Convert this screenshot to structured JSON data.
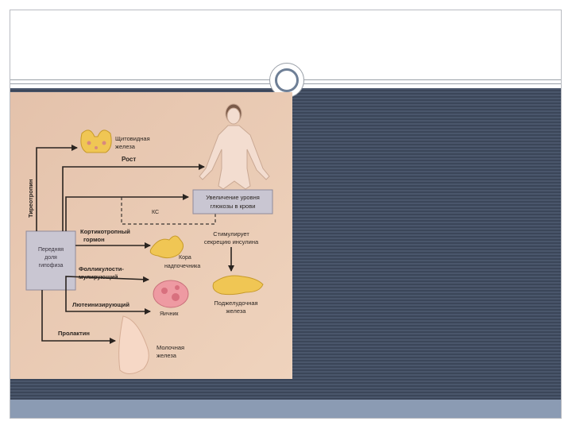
{
  "colors": {
    "photo_bg": "#e9c9b0",
    "arrow": "#2a2420",
    "box_fill": "#c9c6d2",
    "organ_yellow": "#f0c654",
    "organ_pink": "#ee9aa2",
    "breast": "#f6d8c6",
    "panel_dark": "#3b4659",
    "bottom_bar": "#8b9bb3"
  },
  "diagram": {
    "pituitary": [
      "Передняя",
      "доля",
      "гипофиза"
    ],
    "tsh_label": "Тиреотропин",
    "thyroid_label": [
      "Щитовидная",
      "железа"
    ],
    "growth_label": "Рост",
    "glucose_box": [
      "Увеличение уровня",
      "глюкозы в крови"
    ],
    "ks_label": "КС",
    "acth_label": [
      "Кортикотропный",
      "гормон"
    ],
    "adrenal_label": [
      "Кора",
      "надпочечника"
    ],
    "insulin_label": [
      "Стимулирует",
      "секрецию инсулина"
    ],
    "fsh_label": [
      "Фолликулости-",
      "мулирующий"
    ],
    "pancreas_label": [
      "Поджелудочная",
      "железа"
    ],
    "lh_label": "Лютеинизирующий",
    "ovary_label": "Яичник",
    "prolactin_label": "Пролактин",
    "mammary_label": [
      "Молочная",
      "железа"
    ]
  }
}
